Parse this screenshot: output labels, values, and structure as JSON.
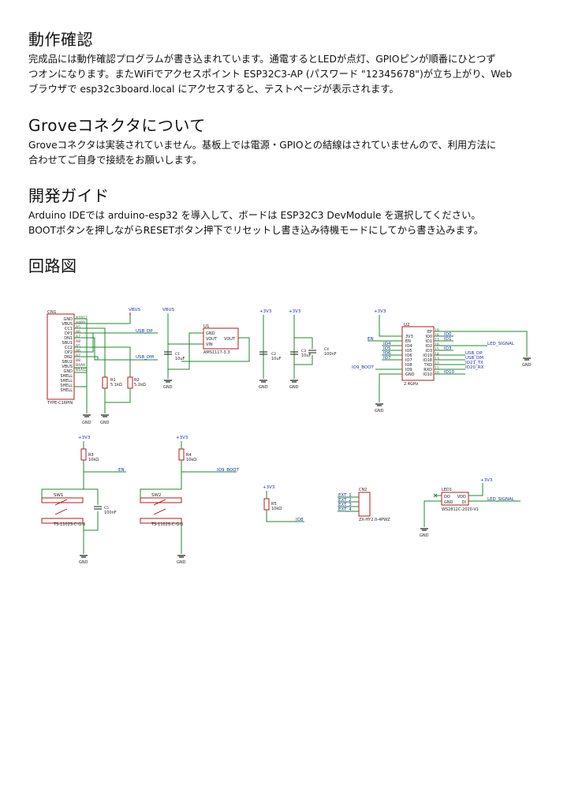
{
  "sections": [
    {
      "title": "動作確認",
      "lines": [
        "完成品には動作確認プログラムが書き込まれています。通電するとLEDが点灯、GPIOピンが順番にひとつず",
        "つオンになります。またWiFiでアクセスポイント ESP32C3-AP (パスワード \"12345678\")が立ち上がり、Web",
        "ブラウザで esp32c3board.local にアクセスすると、テストページが表示されます。"
      ]
    },
    {
      "title": "Groveコネクタについて",
      "lines": [
        "Groveコネクタは実装されていません。基板上では電源・GPIOとの結線はされていませんので、利用方法に",
        "合わせてご自身で接続をお願いします。"
      ]
    },
    {
      "title": "開発ガイド",
      "lines": [
        "Arduino IDEでは arduino-esp32 を導入して、ボードは ESP32C3 DevModule を選択してください。",
        "BOOTボタンを押しながらRESETボタン押下でリセットし書き込み待機モードにしてから書き込みます。"
      ]
    },
    {
      "title": "回路図",
      "lines": []
    }
  ],
  "schematic": {
    "usb": {
      "ref": "CN1",
      "part": "TYPE-C16PIN",
      "pins": [
        "GND",
        "VBUS",
        "CC1",
        "DP1",
        "DN1",
        "SBU1",
        "CC2",
        "DP2",
        "DN2",
        "SBU2",
        "VBUS",
        "GND",
        "SHELL",
        "SHELL",
        "SHELL",
        "SHELL"
      ],
      "pin_ids": [
        "A1B12",
        "A4B9",
        "A5",
        "A6",
        "A7",
        "A8",
        "B5",
        "B6",
        "B7",
        "B8",
        "B4A9",
        "B1A12"
      ]
    },
    "power_labels": {
      "vbus": "VBUS",
      "v33": "+3V3",
      "gnd": "GND"
    },
    "nets": {
      "usb_dp": "USB_DP",
      "usb_dm": "USB_DM",
      "en": "EN",
      "io9_boot": "IO9_BOOT",
      "led_signal": "LED_SIGNAL",
      "io8": "IO8"
    },
    "resistors": [
      {
        "ref": "R1",
        "value": "5.1kΩ"
      },
      {
        "ref": "R2",
        "value": "5.1kΩ"
      },
      {
        "ref": "R3",
        "value": "10kΩ"
      },
      {
        "ref": "R4",
        "value": "10kΩ"
      },
      {
        "ref": "R5",
        "value": "10kΩ"
      }
    ],
    "caps": [
      {
        "ref": "C1",
        "value": "10uF"
      },
      {
        "ref": "C2",
        "value": "10uF"
      },
      {
        "ref": "C3",
        "value": "10uF"
      },
      {
        "ref": "C4",
        "value": "100nF"
      },
      {
        "ref": "C5",
        "value": "100nF"
      }
    ],
    "regulator": {
      "ref": "U1",
      "part": "AMS1117-3.3",
      "pins": [
        "GND",
        "VOUT",
        "VIN"
      ],
      "vout": "VOUT"
    },
    "mcu": {
      "ref": "U2",
      "part": "2.4GHz",
      "left_pins": [
        "3V3",
        "EN",
        "IO4",
        "IO5",
        "IO6",
        "IO7",
        "IO8",
        "IO9",
        "GND"
      ],
      "right_pins": [
        "EP",
        "IO0",
        "IO1",
        "IO2",
        "IO3",
        "IO19",
        "IO18",
        "TXD",
        "RXD",
        "IO10"
      ],
      "right_nums": [
        "19",
        "18",
        "17",
        "16",
        "15",
        "14",
        "13",
        "12",
        "11",
        "10"
      ],
      "left_nets": [
        "IO4",
        "IO5",
        "IO6",
        "IO7"
      ],
      "right_nets": [
        "IO0",
        "IO1",
        "LED_SIGNAL",
        "IO3",
        "USB_DP",
        "USB_DM",
        "IO21_TX",
        "IO20_RX",
        "IO10"
      ]
    },
    "switches": [
      {
        "ref": "SW1",
        "part": "TS-1102S-C-G-B"
      },
      {
        "ref": "SW2",
        "part": "TS-1102S-C-G-B"
      }
    ],
    "grove": {
      "ref": "CN2",
      "part": "ZX-HY2.0-4PWZ",
      "nets": [
        "EXT_1",
        "EXT_2",
        "EXT_3",
        "EXT_4"
      ]
    },
    "led": {
      "ref": "LED1",
      "part": "WS2812C-2020-V1",
      "pins": [
        "DO",
        "VDD",
        "GND",
        "DI"
      ]
    }
  }
}
